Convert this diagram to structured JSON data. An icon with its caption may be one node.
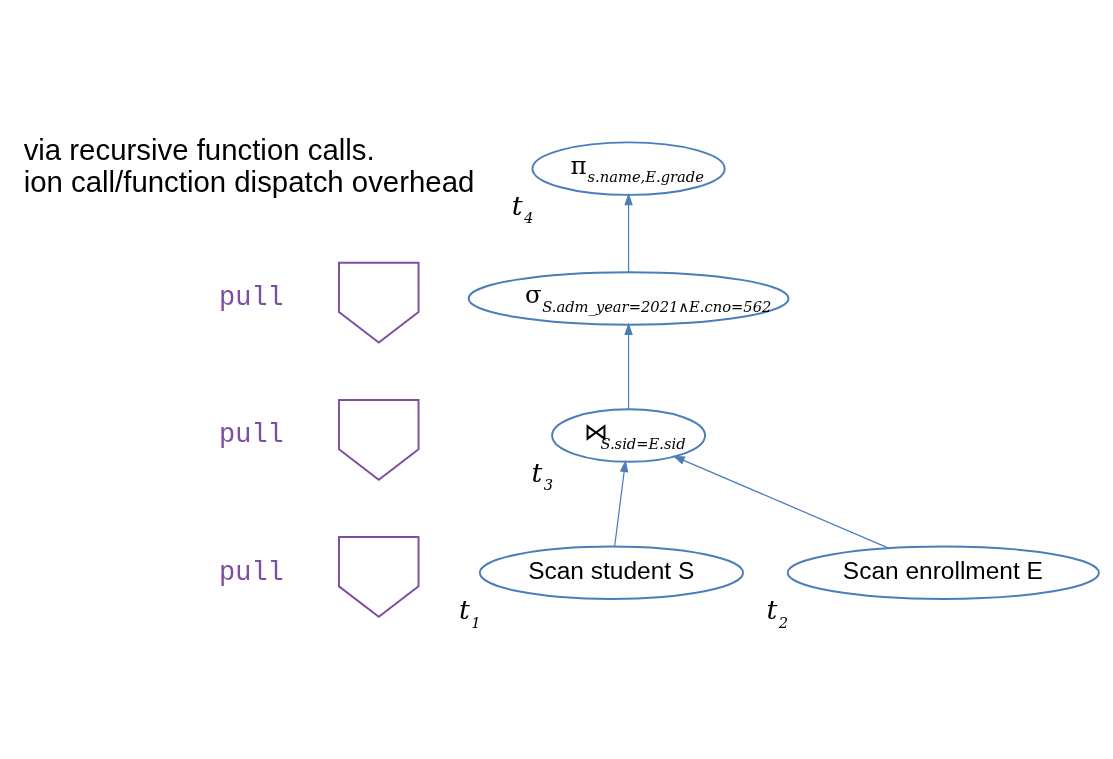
{
  "diagram": {
    "nodes": [
      {
        "text": [
          "π$_{s.name,E.grade}$"
        ],
        "beside": [
          "t$_{4}$"
        ]
      },
      {
        "text": [
          "σ$_{S.adm_year=2021∧E.cno=562}$"
        ]
      },
      {
        "text": [
          "⋈$_{S.sid=E.sid}$"
        ],
        "beside": [
          "t$_{3}$"
        ]
      },
      {
        "text": [
          "Scan student S"
        ],
        "beside": [
          "t$_{1}$"
        ]
      },
      {
        "text": [
          "Scan enrollment E"
        ],
        "beside": [
          "t$_{2}$"
        ]
      },
      {
        "text": [],
        "shape": "arrow"
      },
      {
        "text": [],
        "shape": "arrow"
      },
      {
        "text": [],
        "shape": "arrow"
      }
    ],
    "edges": [
      {
        "from": 1,
        "to": 0,
        "arrow": "to"
      },
      {
        "from": 2,
        "to": 1,
        "arrow": "to"
      },
      {
        "from": 3,
        "to": 2,
        "arrow": "to"
      },
      {
        "from": 4,
        "to": 2,
        "arrow": "to"
      }
    ],
    "labels": [
      "via recursive function calls.",
      "ion call/function dispatch overhead",
      "pull",
      "pull",
      "pull"
    ]
  }
}
